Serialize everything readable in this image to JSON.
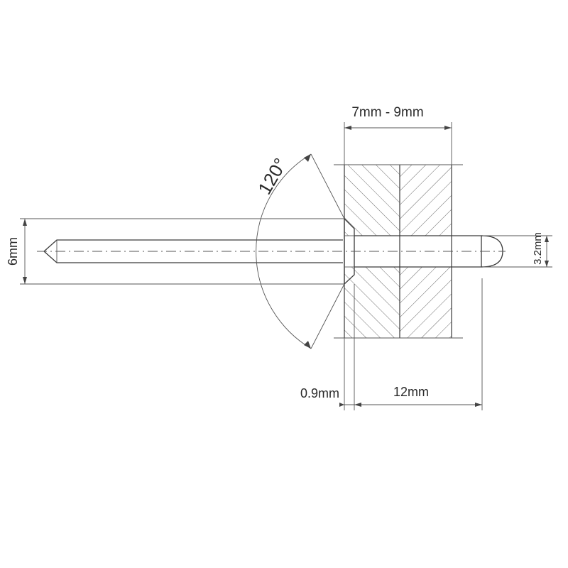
{
  "dimensions": {
    "grip_range": "7mm - 9mm",
    "angle": "120°",
    "head_diameter": "6mm",
    "body_diameter": "3.2mm",
    "head_thickness": "0.9mm",
    "body_length": "12mm"
  }
}
